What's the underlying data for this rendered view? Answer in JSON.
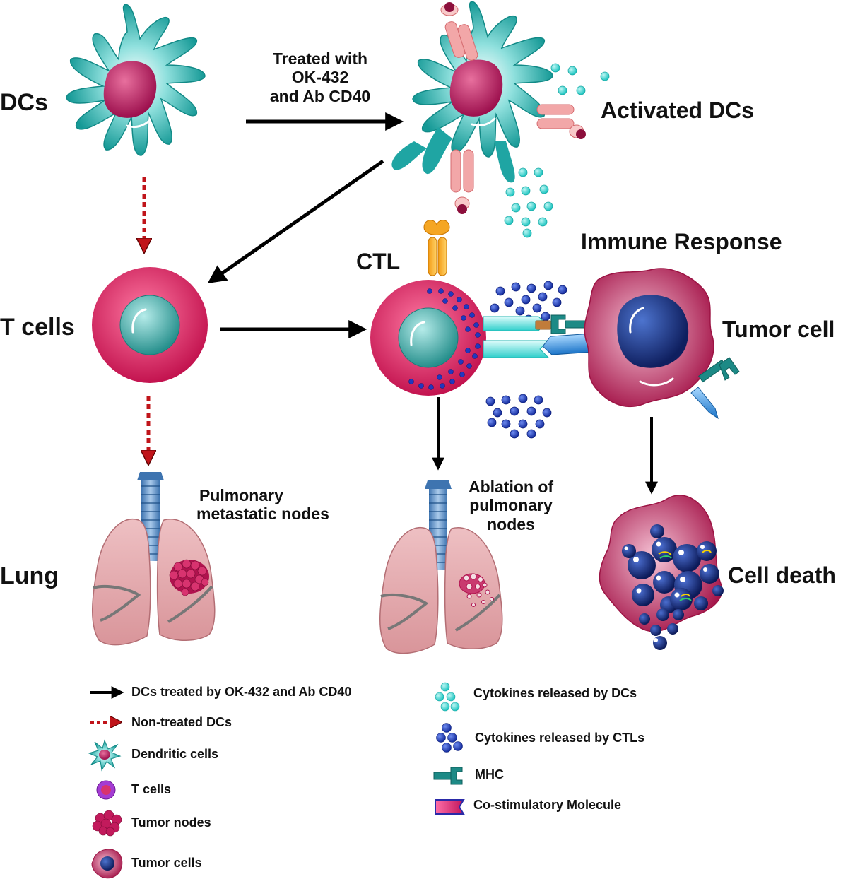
{
  "labels": {
    "dcs": "DCs",
    "treated_line1": "Treated with",
    "treated_line2": "OK-432",
    "treated_line3": "and Ab CD40",
    "activated_dcs": "Activated DCs",
    "immune_response": "Immune Response",
    "ctl": "CTL",
    "t_cells": "T cells",
    "tumor_cell": "Tumor cell",
    "pulmonary_line1": "Pulmonary",
    "pulmonary_line2": "metastatic nodes",
    "ablation_line1": "Ablation of",
    "ablation_line2": "pulmonary",
    "ablation_line3": "nodes",
    "lung": "Lung",
    "cell_death": "Cell death"
  },
  "legend": {
    "left": [
      {
        "icon": "solid-arrow-icon",
        "label": "DCs treated by OK-432 and Ab CD40"
      },
      {
        "icon": "dotted-arrow-icon",
        "label": "Non-treated DCs"
      },
      {
        "icon": "dendritic-cell-icon",
        "label": "Dendritic cells"
      },
      {
        "icon": "t-cell-icon",
        "label": "T cells"
      },
      {
        "icon": "tumor-node-icon",
        "label": "Tumor nodes"
      },
      {
        "icon": "tumor-cell-icon",
        "label": "Tumor cells"
      }
    ],
    "right": [
      {
        "icon": "cytokine-dc-icon",
        "label": "Cytokines released by DCs"
      },
      {
        "icon": "cytokine-ctl-icon",
        "label": "Cytokines released by CTLs"
      },
      {
        "icon": "mhc-icon",
        "label": "MHC"
      },
      {
        "icon": "costimulatory-icon",
        "label": "Co-stimulatory Molecule"
      }
    ]
  },
  "colors": {
    "dc_body": "#1fa5a3",
    "nucleus": "#b0125a",
    "t_cell": "#d21a5c",
    "t_nucleus": "#3aa7a5",
    "tumor": "#b01e52",
    "tumor_nucleus": "#1b2f7c",
    "cytokine_dc": "#2fd3d0",
    "cytokine_ctl": "#1f3bb5",
    "arrow_red": "#c0141a",
    "lung": "#e7a7ab"
  }
}
